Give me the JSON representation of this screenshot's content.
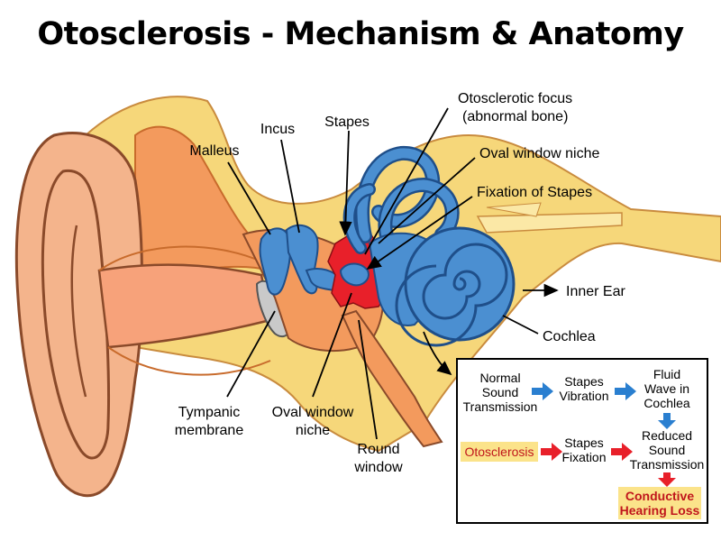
{
  "title": "Otosclerosis - Mechanism & Anatomy",
  "labels": {
    "malleus": "Malleus",
    "incus": "Incus",
    "stapes": "Stapes",
    "focus_1": "Otosclerotic focus",
    "focus_2": "(abnormal bone)",
    "oval_niche_top": "Oval window niche",
    "fixation": "Fixation of Stapes",
    "inner_ear": "Inner Ear",
    "cochlea": "Cochlea",
    "tympanic_1": "Tympanic",
    "tympanic_2": "membrane",
    "oval_niche_bottom_1": "Oval window",
    "oval_niche_bottom_2": "niche",
    "round_1": "Round",
    "round_2": "window"
  },
  "flowchart": {
    "normal_1": "Normal",
    "normal_2": "Sound",
    "normal_3": "Transmission",
    "stapes_vib_1": "Stapes",
    "stapes_vib_2": "Vibration",
    "fluid_1": "Fluid",
    "fluid_2": "Wave in",
    "fluid_3": "Cochlea",
    "otosclerosis": "Otosclerosis",
    "stapes_fix_1": "Stapes",
    "stapes_fix_2": "Fixation",
    "reduced_1": "Reduced",
    "reduced_2": "Sound",
    "reduced_3": "Transmission",
    "hearing_1": "Conductive",
    "hearing_2": "Hearing Loss"
  },
  "colors": {
    "skin": "#f4b48c",
    "canal": "#f7a27a",
    "bone": "#f6d77a",
    "bone_light": "#fbe8a6",
    "ossicle": "#4b8fd1",
    "focus": "#e8202a",
    "middle_ear": "#f39a5d",
    "blue_arrow": "#2a7fd0",
    "red_arrow": "#e8202a",
    "highlight": "#fbe38a"
  }
}
